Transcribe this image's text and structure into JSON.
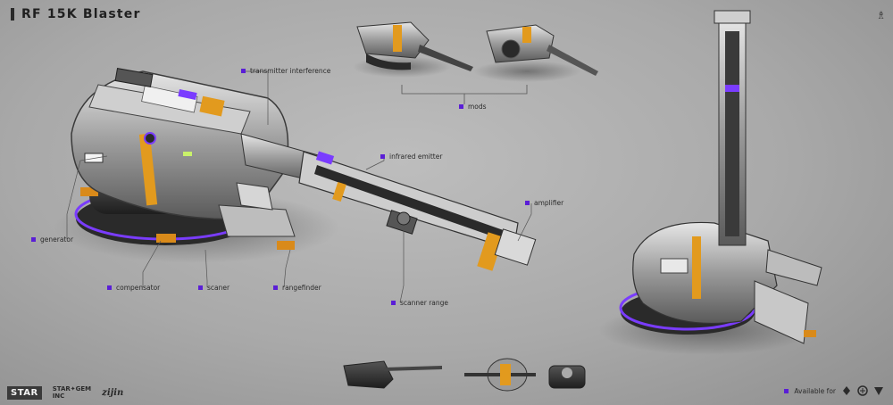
{
  "title": "RF 15K Blaster",
  "corner_mark": "♗",
  "accent_color": "#5a1ed6",
  "labels": {
    "transmitter_interference": "transmitter interference",
    "mods": "mods",
    "infrared_emitter": "infrared emitter",
    "amplifier": "amplifier",
    "generator": "generator",
    "compensator": "compensator",
    "scaner": "scaner",
    "rangefinder": "rangefinder",
    "scanner_range": "scanner range"
  },
  "footer": {
    "logo_star": "STAR",
    "logo_gem": "STAR✦GEM",
    "logo_gem_sub": "INC",
    "logo_zijin": "zijin",
    "available_for": "Available for",
    "platform_icons": [
      "android-icon",
      "windows-icon",
      "apple-icon"
    ]
  }
}
